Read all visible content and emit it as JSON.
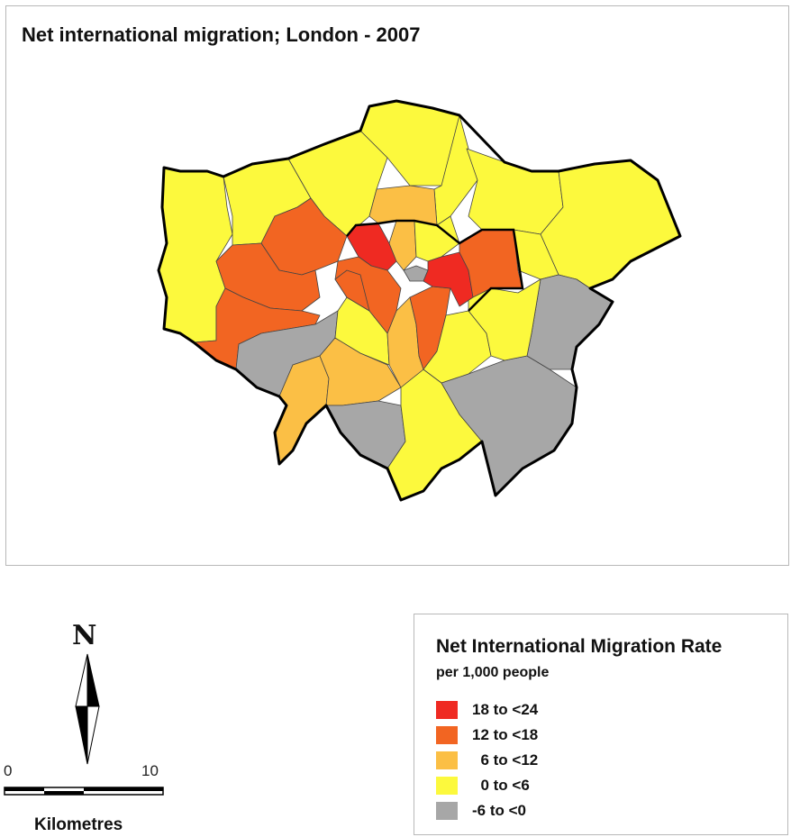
{
  "map": {
    "title": "Net international migration; London - 2007",
    "colors": {
      "band_18_24": "#ef2a22",
      "band_12_18": "#f26522",
      "band_6_12": "#fbbf45",
      "band_0_6": "#fcf93d",
      "band_neg": "#a7a7a7",
      "boundary": "#000000"
    }
  },
  "legend": {
    "title": "Net International Migration Rate",
    "subtitle": "per 1,000 people",
    "items": [
      {
        "label": "18 to <24",
        "color": "#ef2a22"
      },
      {
        "label": "12 to <18",
        "color": "#f26522"
      },
      {
        "label": "  6 to <12",
        "color": "#fbbf45"
      },
      {
        "label": "  0 to <6",
        "color": "#fcf93d"
      },
      {
        "label": "-6 to <0",
        "color": "#a7a7a7"
      }
    ]
  },
  "north_arrow": {
    "letter": "N",
    "icon": "north-arrow-icon"
  },
  "scale_bar": {
    "start": "0",
    "end": "10",
    "units": "Kilometres"
  }
}
